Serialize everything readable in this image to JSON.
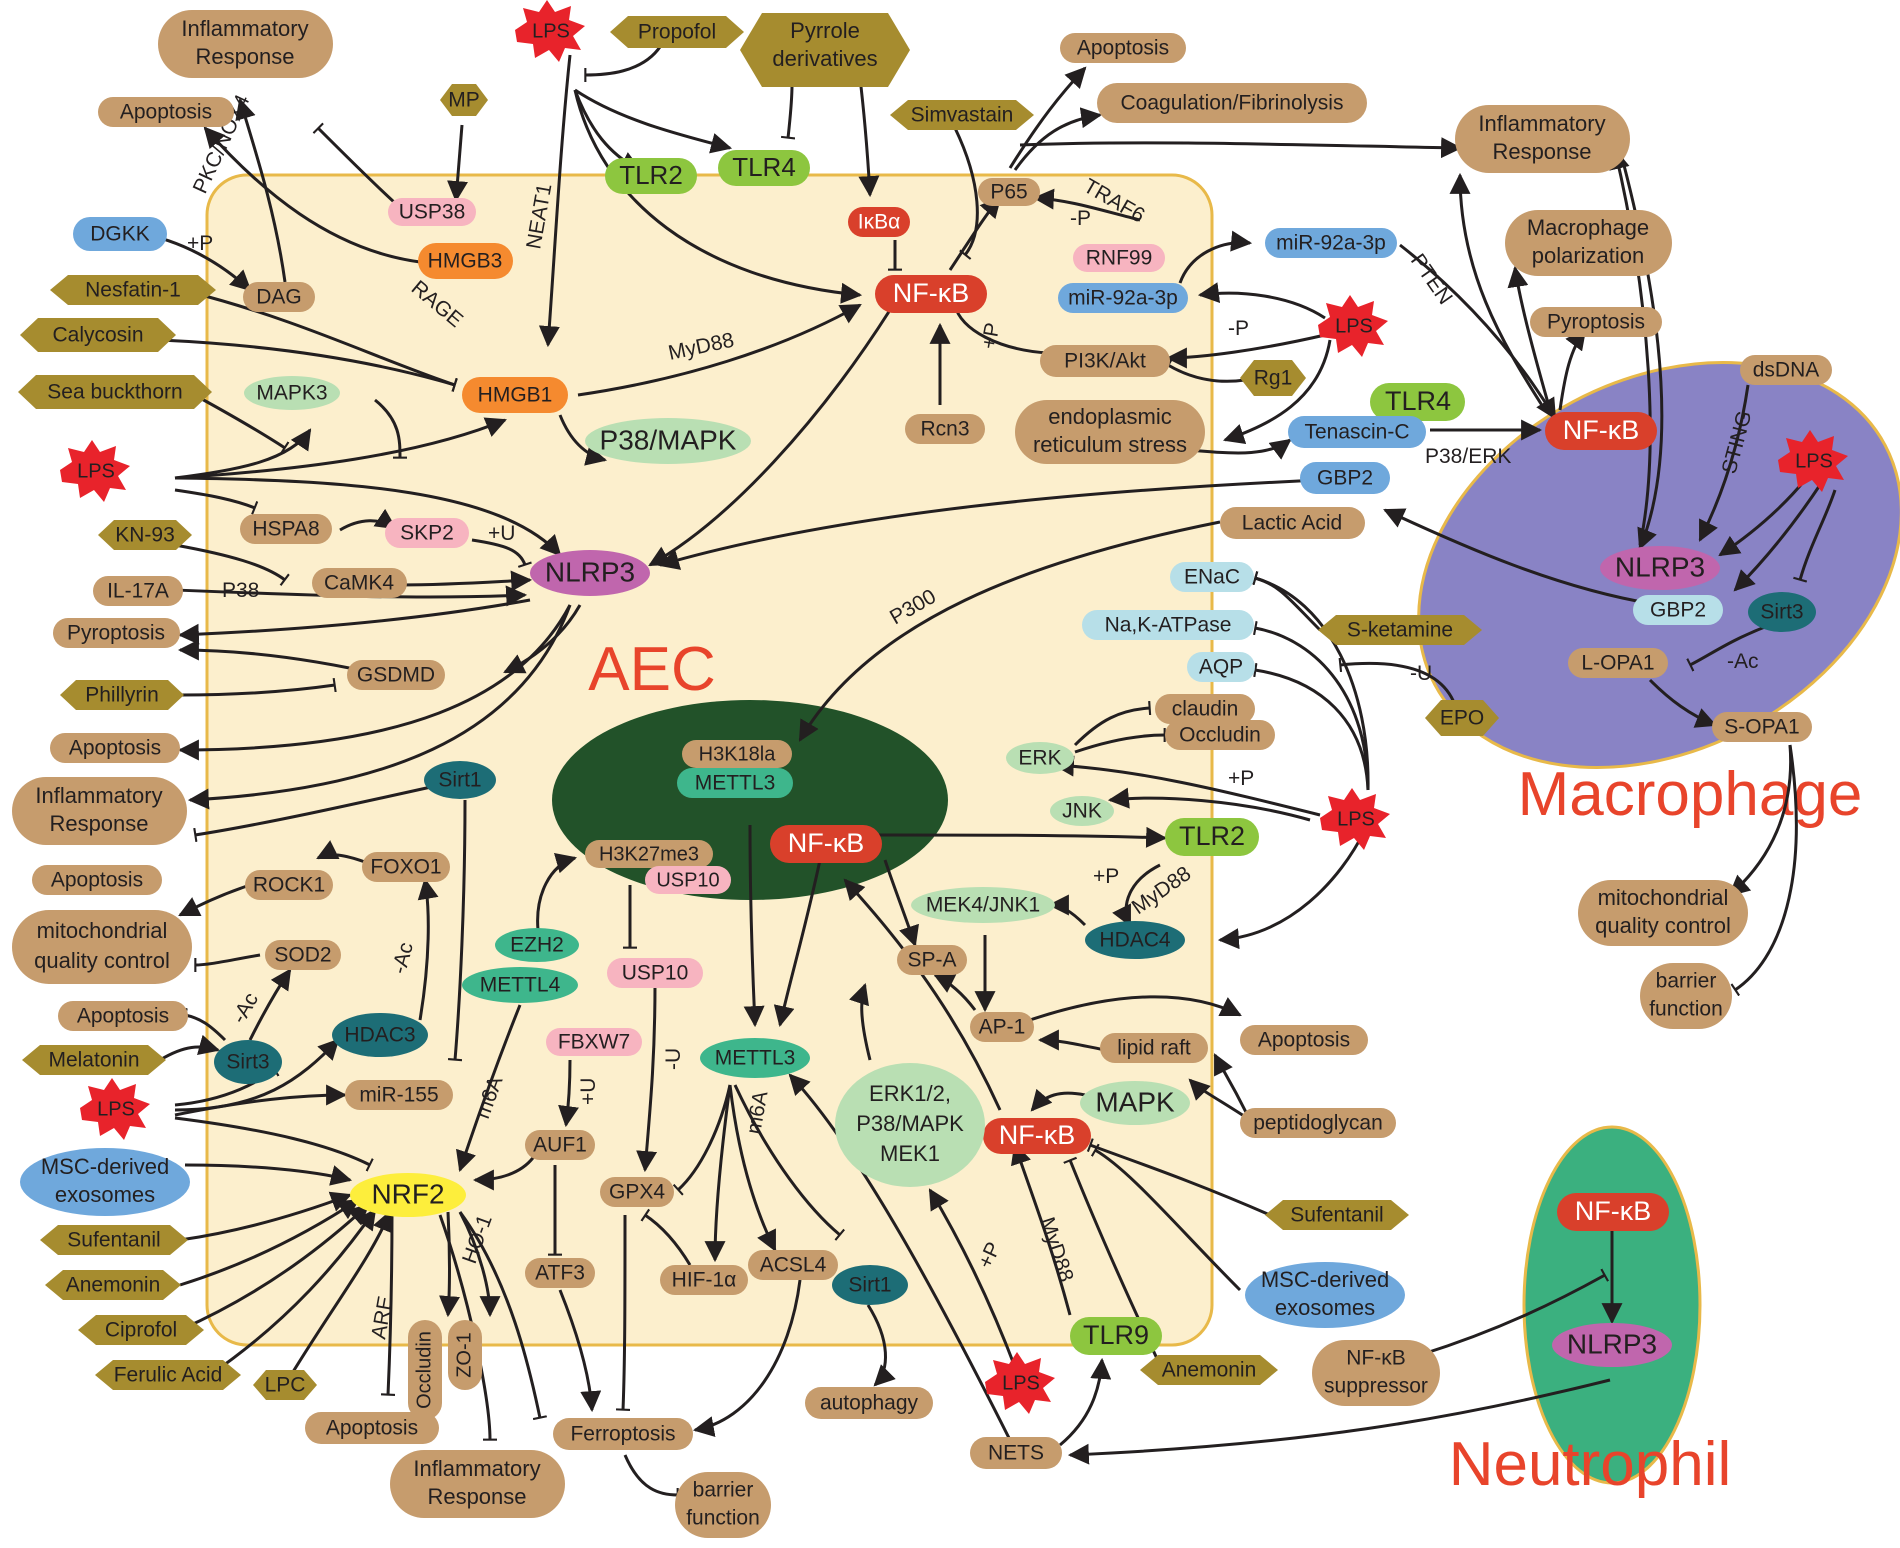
{
  "regions": {
    "aec": "AEC",
    "macrophage": "Macrophage",
    "neutrophil": "Neutrophil"
  },
  "colors": {
    "cell_fill": "#fcefcd",
    "cell_border": "#e8b949",
    "tan": "#c69c6d",
    "olive": "#a68c2f",
    "orange": "#f58a2f",
    "red": "#d9402b",
    "lps_red": "#e8232b",
    "green": "#8dc63f",
    "light_green": "#b9dfb3",
    "teal": "#3eb68c",
    "dark_teal": "#1d6d76",
    "light_blue": "#b7dfe8",
    "blue": "#6fa8dc",
    "pink": "#f7b4c0",
    "magenta": "#c066ad",
    "yellow": "#fdee3c",
    "dark_green": "#225229",
    "macrophage_fill": "#8983c5",
    "neutrophil_fill": "#3bb07f"
  },
  "nodes": {
    "inflam_tl": [
      "Inflammatory",
      "Response"
    ],
    "apoptosis_tl": "Apoptosis",
    "dgkk": "DGKK",
    "dag": "DAG",
    "nesfatin": "Nesfatin-1",
    "calycosin": "Calycosin",
    "seabuckthorn": "Sea buckthorn",
    "lps_left": "LPS",
    "kn93": "KN-93",
    "il17a": "IL-17A",
    "pyroptosis_l": "Pyroptosis",
    "phillyrin": "Phillyrin",
    "apoptosis_l2": "Apoptosis",
    "inflam_l": [
      "Inflammatory",
      "Response"
    ],
    "apoptosis_l3": "Apoptosis",
    "mito_l": [
      "mitochondrial",
      "quality control"
    ],
    "apoptosis_l4": "Apoptosis",
    "melatonin": "Melatonin",
    "lps_left2": "LPS",
    "msc_l": [
      "MSC-derived",
      "exosomes"
    ],
    "sufentanil_l": "Sufentanil",
    "anemonin_l": "Anemonin",
    "ciprofol": "Ciprofol",
    "ferulic": "Ferulic Acid",
    "lpc": "LPC",
    "mp": "MP",
    "usp38": "USP38",
    "hmgb3": "HMGB3",
    "lps_top": "LPS",
    "propofol": "Propofol",
    "pyrrole": [
      "Pyrrole",
      "derivatives"
    ],
    "tlr2_top": "TLR2",
    "tlr4_top": "TLR4",
    "ikba": "IκBα",
    "nfkb_top": "NF-κB",
    "hmgb1": "HMGB1",
    "mapk3": "MAPK3",
    "p38mapk": "P38/MAPK",
    "hspa8": "HSPA8",
    "skp2": "SKP2",
    "camk4": "CaMK4",
    "nlrp3_main": "NLRP3",
    "gsdmd": "GSDMD",
    "apoptosis_top": "Apoptosis",
    "coag": "Coagulation/Fibrinolysis",
    "simvastain": "Simvastain",
    "p65": "P65",
    "rnf99": "RNF99",
    "mir92a_1": "miR-92a-3p",
    "mir92a_2": "miR-92a-3p",
    "lps_mid": "LPS",
    "pi3k": "PI3K/Akt",
    "rg1": "Rg1",
    "rcn3": "Rcn3",
    "er_stress": [
      "endoplasmic",
      "reticulum stress"
    ],
    "tlr4_right": "TLR4",
    "tenascin": "Tenascin-C",
    "gbp2": "GBP2",
    "lactic": "Lactic Acid",
    "enac": "ENaC",
    "nak": "Na,K-ATPase",
    "aqp": "AQP",
    "sketamine": "S-ketamine",
    "epo": "EPO",
    "claudin": "claudin",
    "occludin_r": "Occludin",
    "erk": "ERK",
    "jnk": "JNK",
    "lps_r2": "LPS",
    "tlr2_mid": "TLR2",
    "hdac4": "HDAC4",
    "mek4": "MEK4/JNK1",
    "spa": "SP-A",
    "ap1": "AP-1",
    "apoptosis_r": "Apoptosis",
    "lipidraft": "lipid raft",
    "mapk_b": "MAPK",
    "peptido": "peptidoglycan",
    "nfkb_b": "NF-κB",
    "sufentanil_r": "Sufentanil",
    "msc_r": [
      "MSC-derived",
      "exosomes"
    ],
    "anemonin_r": "Anemonin",
    "tlr9": "TLR9",
    "lps_b": "LPS",
    "nets": "NETS",
    "erk12": [
      "ERK1/2,",
      "P38/MAPK",
      "MEK1"
    ],
    "h3k18la": "H3K18la",
    "mettl3_g": "METTL3",
    "nfkb_g": "NF-κB",
    "h3k27": "H3K27me3",
    "usp10_g": "USP10",
    "ezh2": "EZH2",
    "mettl4": "METTL4",
    "usp10": "USP10",
    "fbxw7": "FBXW7",
    "mettl3": "METTL3",
    "auf1": "AUF1",
    "gpx4": "GPX4",
    "atf3": "ATF3",
    "hif1a": "HIF-1α",
    "acsl4": "ACSL4",
    "sirt1_b": "Sirt1",
    "autophagy": "autophagy",
    "ferroptosis": "Ferroptosis",
    "barrier_b": [
      "barrier",
      "function"
    ],
    "nrf2": "NRF2",
    "occludin_b": "Occludin",
    "zo1": "ZO-1",
    "apoptosis_b": "Apoptosis",
    "inflam_b": [
      "Inflammatory",
      "Response"
    ],
    "sirt1_l": "Sirt1",
    "foxo1": "FOXO1",
    "rock1": "ROCK1",
    "sod2": "SOD2",
    "hdac3": "HDAC3",
    "sirt3_l": "Sirt3",
    "mir155": "miR-155",
    "inflam_r": [
      "Inflammatory",
      "Response"
    ],
    "macpol": [
      "Macrophage",
      "polarization"
    ],
    "pyroptosis_r": "Pyroptosis",
    "dsdna": "dsDNA",
    "nfkb_m": "NF-κB",
    "lps_m": "LPS",
    "nlrp3_m": "NLRP3",
    "gbp2_m": "GBP2",
    "sirt3_m": "Sirt3",
    "lopa1": "L-OPA1",
    "sopa1": "S-OPA1",
    "mito_r": [
      "mitochondrial",
      "quality control"
    ],
    "barrier_r": [
      "barrier",
      "function"
    ],
    "nfkb_n": "NF-κB",
    "nlrp3_n": "NLRP3",
    "nfkb_sup": [
      "NF-κB",
      "suppressor"
    ]
  },
  "edge_labels": {
    "pkc": "PKC/NOX4",
    "plusp_dgkk": "+P",
    "neat1": "NEAT1",
    "rage": "RAGE",
    "myd88_top": "MyD88",
    "traf6": "TRAF6",
    "minusp_rnf": "-P",
    "plusp_pi3k": "+P",
    "minusp_lps": "-P",
    "pten": "PTEN",
    "p38erk": "P38/ERK",
    "sting": "STING",
    "minusac_m": "-Ac",
    "plusu_skp2": "+U",
    "p38_il17": "P38",
    "p300": "P300",
    "minusu_epo": "-U",
    "plusp_erk": "+P",
    "plusp_hdac4": "+P",
    "myd88_mid": "MyD88",
    "minusac_hdac3": "-Ac",
    "minusac_sirt3": "-Ac",
    "m6a_l": "m6A",
    "plusu_fbxw7": "+U",
    "minusu_usp10": "-U",
    "m6a_r": "m6A",
    "ho1": "HO-1",
    "are": "ARE",
    "plusp_lps": "+P",
    "myd88_b": "MyD88"
  }
}
